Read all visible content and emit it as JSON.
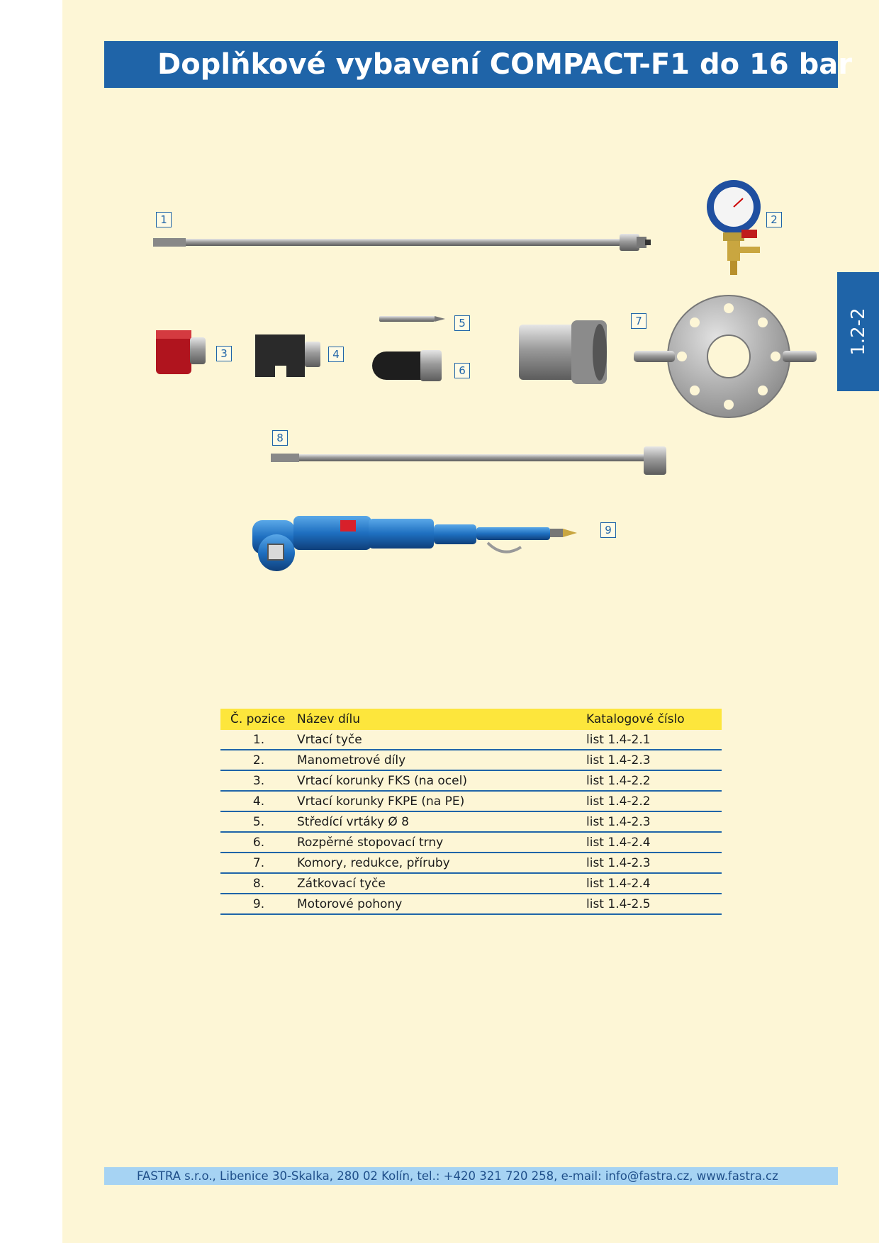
{
  "title": "Doplňkové vybavení COMPACT-F1 do 16 bar",
  "side_tab": "1.2-2",
  "part_labels": [
    "1",
    "2",
    "3",
    "4",
    "5",
    "6",
    "7",
    "8",
    "9"
  ],
  "table": {
    "headers": [
      "Č. pozice",
      "Název dílu",
      "Katalogové číslo"
    ],
    "rows": [
      [
        "1.",
        "Vrtací tyče",
        "list 1.4-2.1"
      ],
      [
        "2.",
        "Manometrové díly",
        "list 1.4-2.3"
      ],
      [
        "3.",
        "Vrtací korunky FKS (na ocel)",
        "list 1.4-2.2"
      ],
      [
        "4.",
        "Vrtací korunky FKPE (na PE)",
        "list 1.4-2.2"
      ],
      [
        "5.",
        "Středící vrtáky Ø 8",
        "list 1.4-2.3"
      ],
      [
        "6.",
        "Rozpěrné stopovací trny",
        "list 1.4-2.4"
      ],
      [
        "7.",
        "Komory, redukce, příruby",
        "list 1.4-2.3"
      ],
      [
        "8.",
        "Zátkovací tyče",
        "list 1.4-2.4"
      ],
      [
        "9.",
        "Motorové pohony",
        "list 1.4-2.5"
      ]
    ]
  },
  "footer": "FASTRA s.r.o., Libenice 30-Skalka, 280 02 Kolín, tel.: +420 321 720 258, e-mail: info@fastra.cz, www.fastra.cz",
  "colors": {
    "brand_blue": "#1f64a8",
    "page_background": "#fdf6d6",
    "table_header": "#fde63c",
    "footer_background": "#a6d3f3"
  }
}
